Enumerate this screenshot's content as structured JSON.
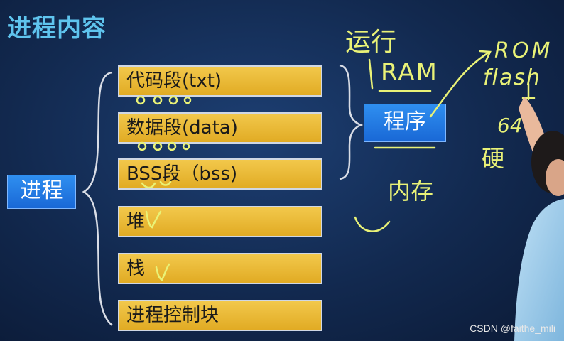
{
  "title": "进程内容",
  "process_label": "进程",
  "program_label": "程序",
  "segments": [
    {
      "label": "代码段(txt)"
    },
    {
      "label": "数据段(data)"
    },
    {
      "label": "BSS段（bss)"
    },
    {
      "label": "堆"
    },
    {
      "label": "栈"
    },
    {
      "label": "进程控制块"
    }
  ],
  "handwriting": {
    "run": "运行",
    "ram": "RAM",
    "rom": "ROM",
    "flash": "flash",
    "memory": "内存",
    "number": "64",
    "hard": "硬"
  },
  "watermark": "CSDN @faithe_mili",
  "colors": {
    "title": "#5fc4ee",
    "bar": "#e9b934",
    "box": "#1f77e0",
    "ink": "#e9f277"
  }
}
